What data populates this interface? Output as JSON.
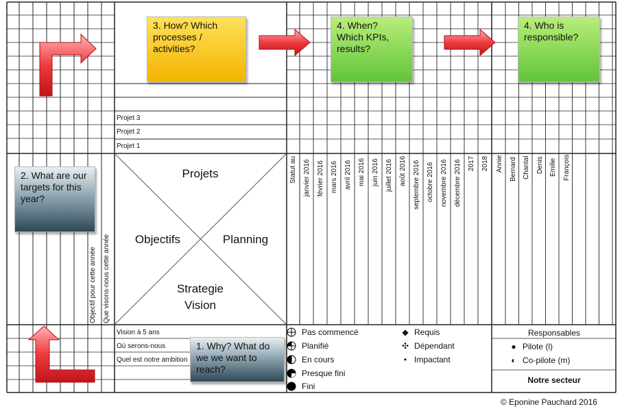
{
  "notes": {
    "how": "3. How? Which processes / activities?",
    "when": "4. When? Which KPIs, results?",
    "who": "4. Who is responsible?",
    "targets": "2. What are our targets for this year?",
    "why": "1. Why? What do we we want to reach?"
  },
  "projects": [
    "Projet 3",
    "Projet 2",
    "Projet 1"
  ],
  "left_vertical": [
    "Objectif pour cette année",
    "Que visons-nous cette année"
  ],
  "x_matrix": {
    "top": "Projets",
    "left": "Objectifs",
    "right": "Planning",
    "bottom_line1": "Strategie",
    "bottom_line2": "Vision"
  },
  "bottom_rows": [
    "Vision à 5 ans",
    "Où serons-nous",
    "Quel est notre ambition"
  ],
  "timeline_headers": [
    "Statut au",
    "janvier 2016",
    "février 2016",
    "mars 2016",
    "avril 2016",
    "mai 2016",
    "juin 2016",
    "juillet 2016",
    "août 2016",
    "septembre 2016",
    "octobre 2016",
    "novembre 2016",
    "décembre 2016",
    "2017",
    "2018"
  ],
  "people": [
    "Annie",
    "Bernard",
    "Chantal",
    "Denis",
    "Emilie",
    "François"
  ],
  "status_legend": [
    "Pas commencé",
    "Planifié",
    "En cours",
    "Presque fini",
    "Fini"
  ],
  "dependency_legend": [
    {
      "symbol": "◆",
      "label": "Requis"
    },
    {
      "symbol": "✣",
      "label": "Dépendant"
    },
    {
      "symbol": "•",
      "label": "Impactant"
    }
  ],
  "responsables": {
    "title": "Responsables",
    "pilote_symbol": "●",
    "pilote": "Pilote (l)",
    "copilote_symbol": "◐",
    "copilote": "Co-pilote (m)",
    "sector": "Notre secteur"
  },
  "copyright": "© Eponine Pauchard 2016",
  "colors": {
    "yellow_note": "#f3b400",
    "green_note": "#62c43a",
    "dark_note": "#2f4856",
    "arrow_red": "#e8262b"
  }
}
